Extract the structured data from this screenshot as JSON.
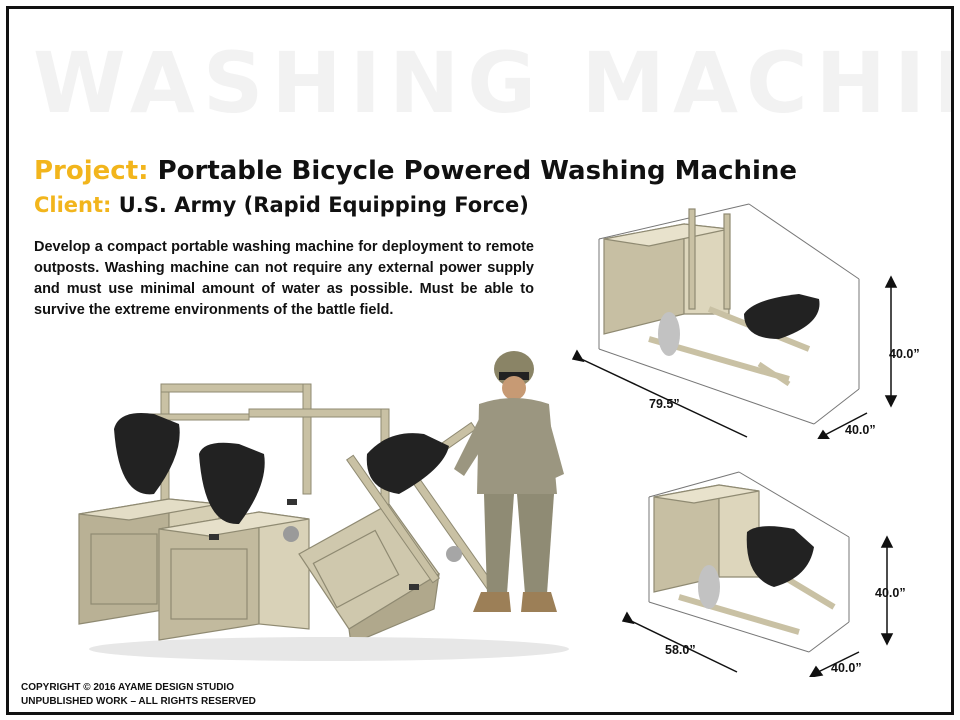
{
  "watermark": "WASHING MACHINE",
  "project": {
    "label": "Project:",
    "value": "Portable Bicycle Powered Washing Machine"
  },
  "client": {
    "label": "Client:",
    "value": "U.S. Army (Rapid Equipping Force)"
  },
  "description": "Develop a compact portable washing machine for deployment to remote outposts. Washing machine can not require any external power supply and must use minimal amount of water as possible. Must be able to survive the extreme environments of the battle field.",
  "dimensions": {
    "top": {
      "length": "79.5”",
      "width": "40.0”",
      "height": "40.0”"
    },
    "bottom": {
      "length": "58.0”",
      "width": "40.0”",
      "height": "40.0”"
    }
  },
  "copyright": {
    "line1": "COPYRIGHT © 2016 AYAME DESIGN  STUDIO",
    "line2": "UNPUBLISHED  WORK – ALL RIGHTS RESERVED"
  },
  "colors": {
    "accent": "#f2b51c",
    "frame": "#c9c1a4",
    "seat": "#222222"
  }
}
